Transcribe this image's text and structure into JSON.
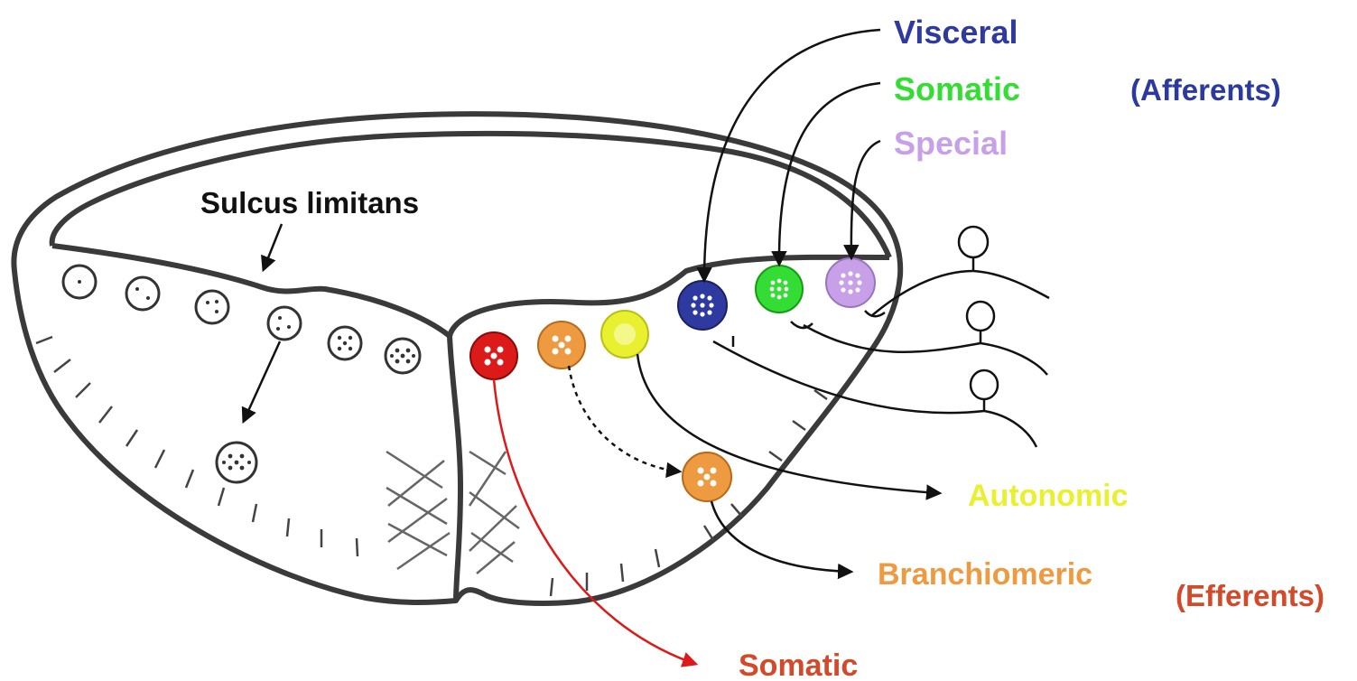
{
  "labels": {
    "sulcus_limitans": "Sulcus limitans",
    "afferents": {
      "visceral": "Visceral",
      "somatic": "Somatic",
      "special": "Special",
      "group": "(Afferents)"
    },
    "efferents": {
      "autonomic": "Autonomic",
      "branchiomeric": "Branchiomeric",
      "somatic": "Somatic",
      "group": "(Efferents)"
    }
  },
  "colors": {
    "outline": "#3a3a3a",
    "visceral_afferent": "#2e3aa0",
    "somatic_afferent": "#33dd33",
    "special_afferent": "#c8a0e8",
    "afferents_label": "#2b3a9e",
    "autonomic": "#e8f030",
    "branchiomeric": "#ee9a40",
    "somatic_efferent": "#dd1a1a",
    "efferents_label": "#d24a2a"
  }
}
